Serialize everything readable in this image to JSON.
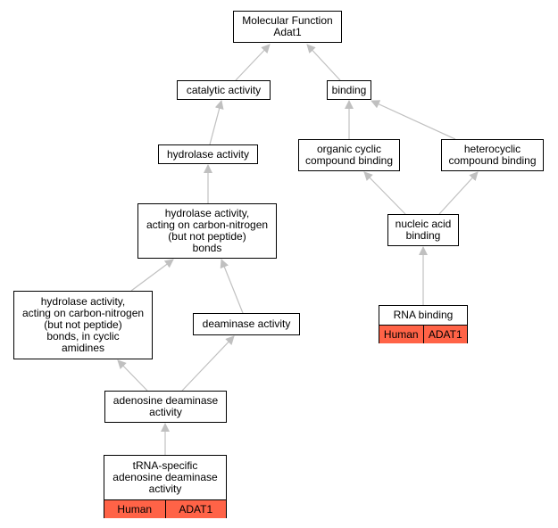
{
  "root": {
    "line1": "Molecular Function",
    "line2": "Adat1"
  },
  "nodes": {
    "catalytic_activity": "catalytic activity",
    "binding": "binding",
    "hydrolase_activity": "hydrolase activity",
    "organic_cyclic": {
      "line1": "organic cyclic",
      "line2": "compound binding"
    },
    "heterocyclic": {
      "line1": "heterocyclic",
      "line2": "compound binding"
    },
    "hydrolase_cn": {
      "lines": [
        "hydrolase activity,",
        "acting on carbon-nitrogen",
        "(but not peptide)",
        "bonds"
      ]
    },
    "nucleic_acid": {
      "line1": "nucleic acid",
      "line2": "binding"
    },
    "hydrolase_cn_cyclic": {
      "lines": [
        "hydrolase activity,",
        "acting on carbon-nitrogen",
        "(but not peptide)",
        "bonds, in cyclic",
        "amidines"
      ]
    },
    "deaminase_activity": "deaminase activity",
    "adenosine_deaminase": {
      "line1": "adenosine deaminase",
      "line2": "activity"
    },
    "rna_binding": {
      "title": "RNA binding",
      "species": "Human",
      "gene": "ADAT1"
    },
    "trna_specific": {
      "lines": [
        "tRNA-specific",
        "adenosine deaminase",
        "activity"
      ],
      "species": "Human",
      "gene": "ADAT1"
    }
  },
  "colors": {
    "annotation": "#ff6347",
    "edge": "#c0c0c0",
    "border": "#000000"
  }
}
